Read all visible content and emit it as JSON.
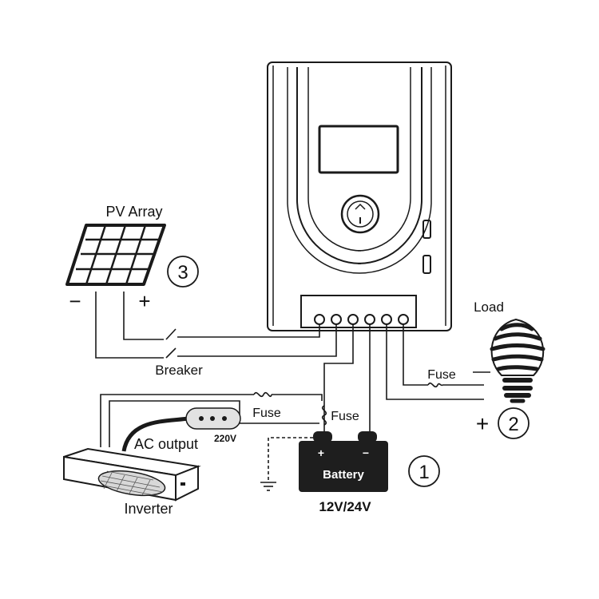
{
  "labels": {
    "pv_array": "PV Array",
    "breaker": "Breaker",
    "load": "Load",
    "fuse": "Fuse",
    "ac_output": "AC output",
    "ac_voltage": "220V",
    "inverter": "Inverter",
    "battery": "Battery",
    "battery_voltage": "12V/24V",
    "plus": "+",
    "minus": "−"
  },
  "step_markers": {
    "battery": "1",
    "load": "2",
    "pv": "3"
  },
  "colors": {
    "line": "#1a1a1a",
    "controller_face": "#ffffff",
    "battery_fill": "#1e1e1e",
    "battery_text": "#ffffff"
  },
  "icons": {
    "panel": "solar-panel-icon",
    "bulb": "light-bulb-icon",
    "battery": "battery-icon",
    "inverter": "inverter-icon",
    "button": "power-button-icon",
    "ground": "ground-icon"
  }
}
